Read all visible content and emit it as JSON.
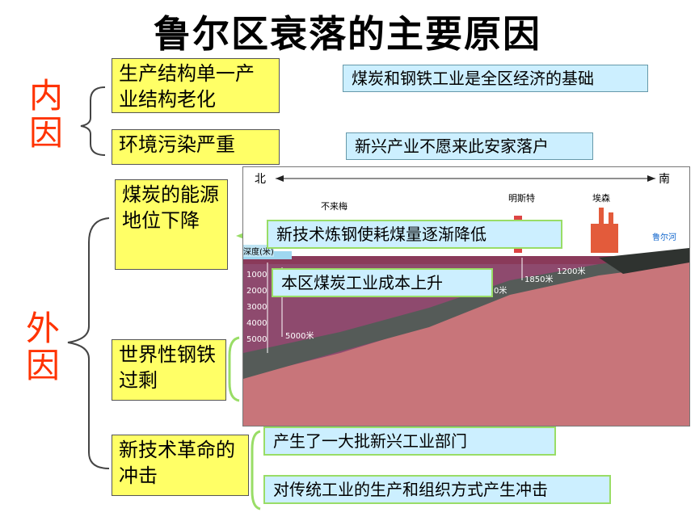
{
  "title": "鲁尔区衰落的主要原因",
  "internal": {
    "label": "内因",
    "items": [
      {
        "cause": "生产结构单一产业结构老化",
        "effect": "煤炭和钢铁工业是全区经济的基础"
      },
      {
        "cause": "环境污染严重",
        "effect": "新兴产业不愿来此安家落户"
      }
    ]
  },
  "external": {
    "label": "外因",
    "items": [
      {
        "cause": "煤炭的能源地位下降",
        "effects": [
          "新技术炼钢使耗煤量逐渐降低",
          "本区煤炭工业成本上升"
        ]
      },
      {
        "cause": "世界性钢铁过剩"
      },
      {
        "cause": "新技术革命的冲击",
        "effects": [
          "产生了一大批新兴工业部门",
          "对传统工业的生产和组织方式产生冲击"
        ]
      }
    ]
  },
  "diagram": {
    "north": "北",
    "south": "南",
    "places": [
      "不来梅",
      "明斯特",
      "埃森",
      "鲁尔河"
    ],
    "depth_axis_label": "深度(米)",
    "depth_ticks": [
      "1000",
      "2000",
      "3000",
      "4000",
      "5000"
    ],
    "annotations": [
      "5000米",
      "1850米",
      "1200米",
      "0米"
    ]
  }
}
